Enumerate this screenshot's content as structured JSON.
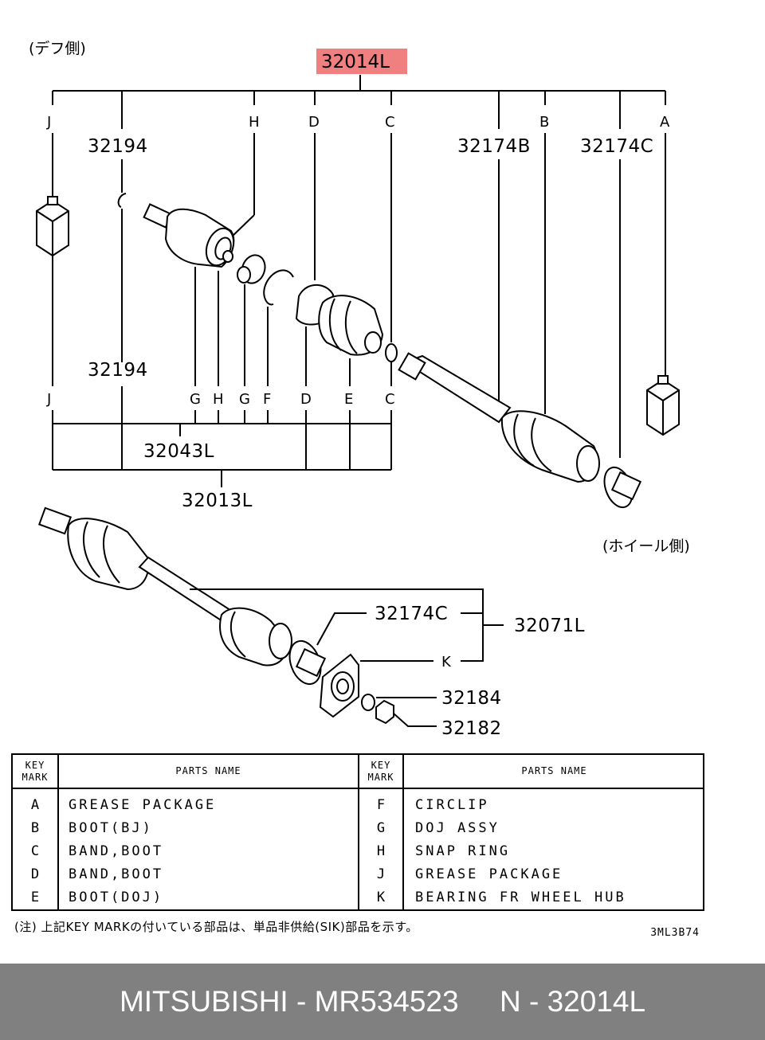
{
  "diagram": {
    "side_label_diff": "(デフ側)",
    "side_label_wheel": "(ホイール側)",
    "highlight_part": "32014L",
    "highlight_color": "#f08080",
    "top_keys": [
      "J",
      "H",
      "D",
      "C",
      "B",
      "A"
    ],
    "top_parts": [
      "32194",
      "32174B",
      "32174C"
    ],
    "mid_part": "32194",
    "bottom_keys": [
      "J",
      "G",
      "H",
      "G",
      "F",
      "D",
      "E",
      "C"
    ],
    "bracket_parts": [
      "32043L",
      "32013L"
    ],
    "hub_parts": [
      "32174C",
      "32071L",
      "32184",
      "32182"
    ],
    "hub_key": "K"
  },
  "table": {
    "key_header": [
      "KEY",
      "MARK"
    ],
    "name_header": "PARTS NAME",
    "left_rows": [
      {
        "mark": "A",
        "name": "GREASE PACKAGE"
      },
      {
        "mark": "B",
        "name": "BOOT(BJ)"
      },
      {
        "mark": "C",
        "name": "BAND,BOOT"
      },
      {
        "mark": "D",
        "name": "BAND,BOOT"
      },
      {
        "mark": "E",
        "name": "BOOT(DOJ)"
      }
    ],
    "right_rows": [
      {
        "mark": "F",
        "name": "CIRCLIP"
      },
      {
        "mark": "G",
        "name": "DOJ ASSY"
      },
      {
        "mark": "H",
        "name": "SNAP RING"
      },
      {
        "mark": "J",
        "name": "GREASE PACKAGE"
      },
      {
        "mark": "K",
        "name": "BEARING FR WHEEL HUB"
      }
    ]
  },
  "note": "(注) 上記KEY MARKの付いている部品は、単品非供給(SIK)部品を示す。",
  "drawing_code": "3ML3B74",
  "footer": {
    "brand": "MITSUBISHI",
    "part_number": "MR534523",
    "ref": "N - 32014L",
    "text": "MITSUBISHI - MR534523     N - 32014L"
  }
}
